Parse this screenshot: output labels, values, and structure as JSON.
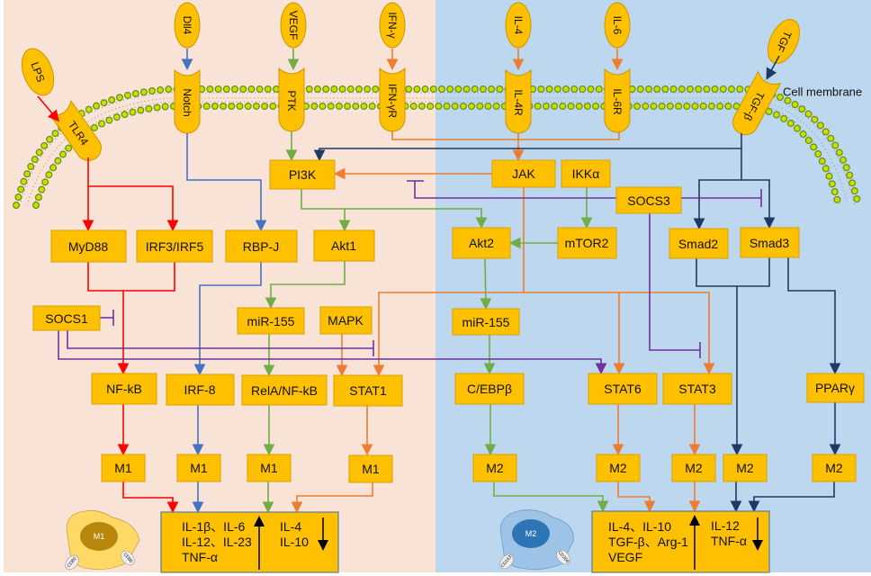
{
  "colors": {
    "m1_bg": "#F9E3D6",
    "m2_bg": "#BDD7EE",
    "node": "#FFC000",
    "red": "#FF0000",
    "blue": "#4472C4",
    "green": "#70AD47",
    "orange": "#ED7D31",
    "purple": "#7030A0",
    "navy": "#1F3864",
    "membrane": "#9ACD32"
  },
  "membrane_label": "Cell membrane",
  "ligands": {
    "lps": "LPS",
    "dll4": "Dll4",
    "vegf": "VEGF",
    "ifng": "IFN-γ",
    "il4": "IL-4",
    "il6": "IL-6",
    "tgf": "TGF"
  },
  "receptors": {
    "tlr4": "TLR4",
    "notch": "Notch",
    "ptk": "PTK",
    "ifngr": "IFN-γR",
    "il4r": "IL-4R",
    "il6r": "IL-6R",
    "tgfb": "TGF-β"
  },
  "nodes": {
    "pi3k": "PI3K",
    "jak": "JAK",
    "ikka": "IKKα",
    "socs3": "SOCS3",
    "myd88": "MyD88",
    "irf3": "IRF3/IRF5",
    "rbpj": "RBP-J",
    "akt1": "Akt1",
    "akt2": "Akt2",
    "mtor2": "mTOR2",
    "smad2": "Smad2",
    "smad3": "Smad3",
    "socs1": "SOCS1",
    "mir155_l": "miR-155",
    "mapk": "MAPK",
    "mir155_r": "miR-155",
    "nfkb": "NF-kB",
    "irf8": "IRF-8",
    "rela": "RelA/NF-kB",
    "stat1": "STAT1",
    "cebpb": "C/EBPβ",
    "stat6": "STAT6",
    "stat3": "STAT3",
    "pparg": "PPARγ",
    "m1": "M1",
    "m2": "M2"
  },
  "output_m1": {
    "up": [
      "IL-1β、IL-6",
      "IL-12、IL-23",
      "TNF-α"
    ],
    "down": [
      "IL-4",
      "IL-10"
    ]
  },
  "output_m2": {
    "up": [
      "IL-4、IL-10",
      "TGF-β、Arg-1",
      "VEGF"
    ],
    "down": [
      "IL-12",
      "TNF-α"
    ]
  },
  "cells": {
    "m1": {
      "label": "M1",
      "markers": [
        "CD80",
        "CD86"
      ]
    },
    "m2": {
      "label": "M2",
      "markers": [
        "CD163",
        "CD206"
      ]
    }
  }
}
